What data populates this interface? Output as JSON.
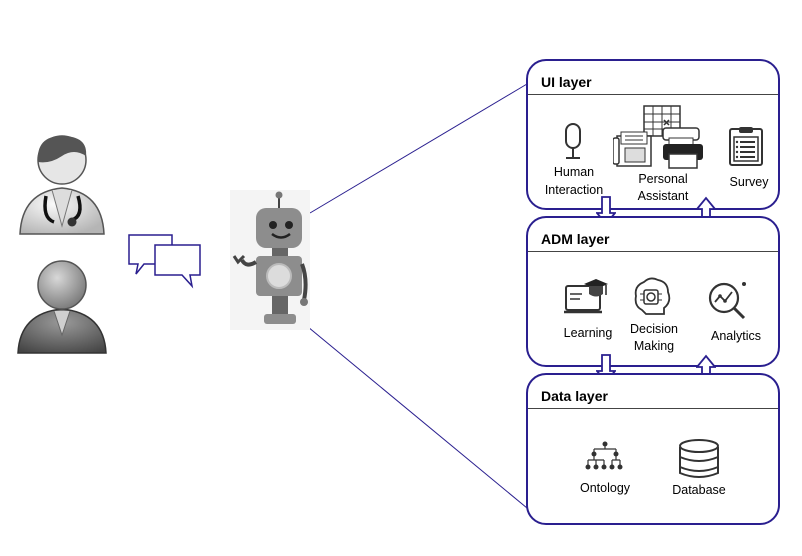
{
  "layers": {
    "ui": {
      "title": "UI layer",
      "items": [
        "Human Interaction",
        "Personal Assistant",
        "Survey"
      ]
    },
    "adm": {
      "title": "ADM layer",
      "items": [
        "Learning",
        "Decision Making",
        "Analytics"
      ]
    },
    "data": {
      "title": "Data layer",
      "items": [
        "Ontology",
        "Database"
      ]
    }
  },
  "labels": {
    "human_interaction_1": "Human",
    "human_interaction_2": "Interaction",
    "personal_assistant_1": "Personal",
    "personal_assistant_2": "Assistant",
    "survey": "Survey",
    "learning": "Learning",
    "decision_making_1": "Decision",
    "decision_making_2": "Making",
    "analytics": "Analytics",
    "ontology": "Ontology",
    "database": "Database"
  },
  "colors": {
    "border": "#2a1f8f",
    "arrow": "#2a1f8f",
    "connector": "#2a1f8f"
  },
  "icons": [
    "doctor-avatar",
    "user-avatar",
    "chat-bubbles-icon",
    "robot-icon",
    "microphone-icon",
    "personal-assistant-icon",
    "survey-icon",
    "learning-icon",
    "decision-making-icon",
    "analytics-icon",
    "ontology-icon",
    "database-icon"
  ]
}
